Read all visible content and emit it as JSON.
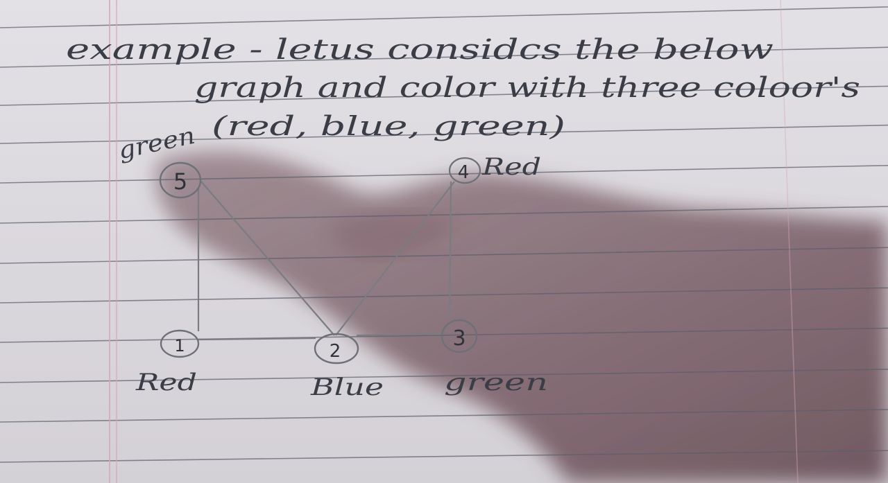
{
  "note": {
    "lines": [
      "example - letus  considcs the below",
      "graph and color with three coloor's",
      "(red, blue, green)"
    ]
  },
  "graph": {
    "nodes": [
      {
        "id": "1",
        "color_label": "Red"
      },
      {
        "id": "2",
        "color_label": "Blue"
      },
      {
        "id": "3",
        "color_label": "green"
      },
      {
        "id": "4",
        "color_label": "Red"
      },
      {
        "id": "5",
        "color_label": "green"
      }
    ],
    "edges": [
      [
        "5",
        "1"
      ],
      [
        "5",
        "2"
      ],
      [
        "4",
        "2"
      ],
      [
        "4",
        "3"
      ],
      [
        "1",
        "2"
      ],
      [
        "2",
        "3"
      ]
    ]
  },
  "colors": {
    "ink": "#3a3d46",
    "pencil": "#7a7c82",
    "paper": "#e3e1e5",
    "rule_line": "#5b5e6a",
    "margin_line": "#d7a6b8",
    "shadow": "#6e4f57"
  }
}
